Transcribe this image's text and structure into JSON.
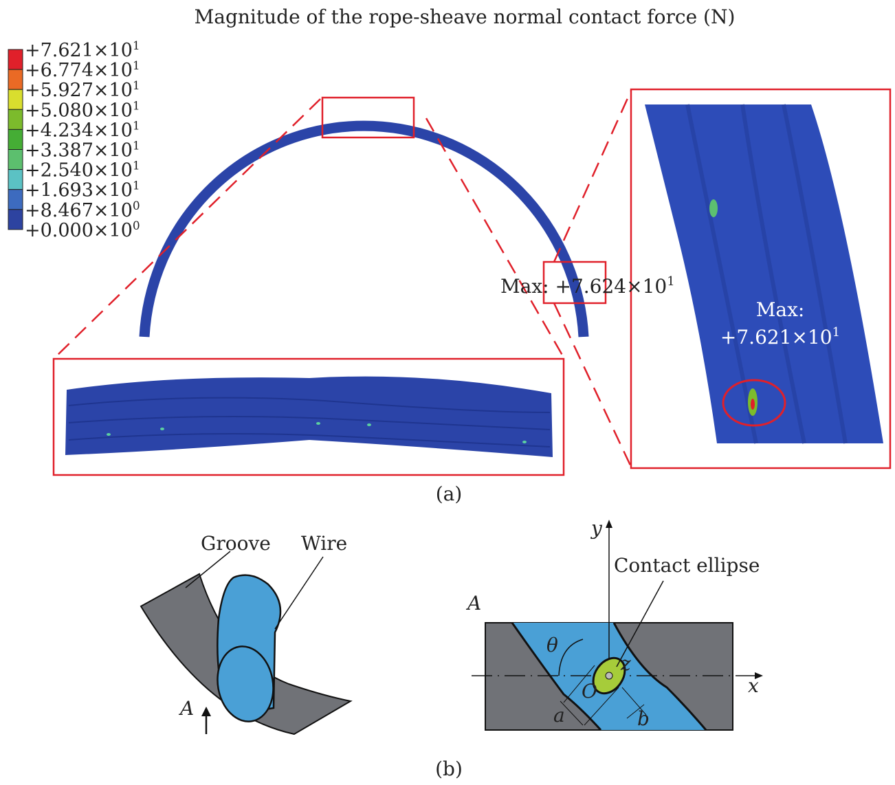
{
  "title": "Magnitude of the rope-sheave normal contact force (N)",
  "legend": {
    "labels": [
      {
        "m": "+7.621×10",
        "e": "1"
      },
      {
        "m": "+6.774×10",
        "e": "1"
      },
      {
        "m": "+5.927×10",
        "e": "1"
      },
      {
        "m": "+5.080×10",
        "e": "1"
      },
      {
        "m": "+4.234×10",
        "e": "1"
      },
      {
        "m": "+3.387×10",
        "e": "1"
      },
      {
        "m": "+2.540×10",
        "e": "1"
      },
      {
        "m": "+1.693×10",
        "e": "1"
      },
      {
        "m": "+8.467×10",
        "e": "0"
      },
      {
        "m": "+0.000×10",
        "e": "0"
      }
    ],
    "colors": [
      "#e0202a",
      "#ea6a25",
      "#d9de2e",
      "#7cbb2c",
      "#45ad35",
      "#5cbf6e",
      "#5bc2c4",
      "#3d6bbf",
      "#2d43a0"
    ]
  },
  "panel_a": {
    "max_label": {
      "m": "Max: +7.624×10",
      "e": "1"
    },
    "zoom_max_title": "Max:",
    "zoom_max_value": {
      "m": "+7.621×10",
      "e": "1"
    },
    "caption": "(a)"
  },
  "panel_b": {
    "groove_label": "Groove",
    "wire_label": "Wire",
    "view_label_left": "A",
    "view_label_right": "A",
    "y_axis": "y",
    "x_axis": "x",
    "contact_ellipse_label": "Contact ellipse",
    "theta": "θ",
    "z": "z",
    "origin": "O",
    "a": "a",
    "b": "b",
    "caption": "(b)"
  },
  "colors": {
    "rope": "#2b44a8",
    "highlight": "#e0202a",
    "groove": "#707277",
    "wire": "#4aa0d6",
    "ellipse": "#a6cc3a"
  }
}
